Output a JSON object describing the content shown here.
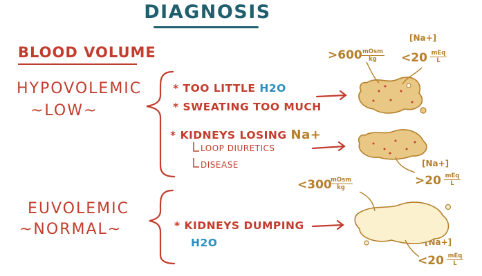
{
  "title": "DIAGNOSIS",
  "heading": "BLOOD VOLUME",
  "categories": [
    {
      "line1": "HYPOVOLEMIC",
      "line2": "~LOW~"
    },
    {
      "line1": "EUVOLEMIC",
      "line2": "~NORMAL~"
    }
  ],
  "causes": {
    "item1": "* TOO LITTLE ",
    "item1_h2o": "H2O",
    "item2": "* SWEATING TOO MUCH",
    "item3": "* KIDNEYS LOSING ",
    "item3_na": "Na+",
    "sub1": "LOOP DIURETICS",
    "sub2": "DISEASE",
    "item4": "* KIDNEYS DUMPING",
    "item4_h2o": "H2O"
  },
  "urine_labels": {
    "top_osm": ">600",
    "top_na_bracket": "[Na+]",
    "top_na": "<20",
    "mid_na_bracket": "[Na+]",
    "mid_na": ">20",
    "low_osm": "<300",
    "bottom_na_bracket": "[Na+]",
    "bottom_na": "<20",
    "unit_mosm_num": "mOsm",
    "unit_mosm_den": "kg",
    "unit_meq_num": "mEq",
    "unit_meq_den": "L"
  },
  "colors": {
    "title": "#1f5f6e",
    "red": "#c23d2e",
    "gold": "#b57f2a",
    "blue": "#2b8fc2",
    "blob_dark": "#e9c784",
    "blob_light": "#fbf1cf"
  }
}
